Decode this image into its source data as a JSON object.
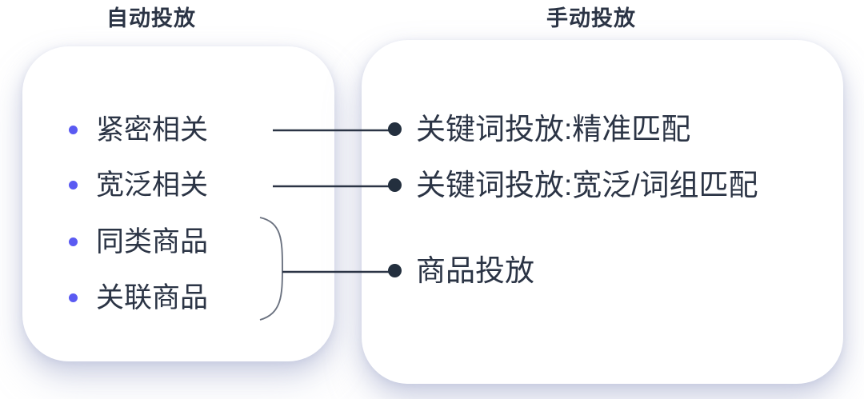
{
  "panels": {
    "auto": {
      "title": "自动投放",
      "bullet_color": "#5a5af2",
      "items": [
        {
          "label": "紧密相关"
        },
        {
          "label": "宽泛相关"
        },
        {
          "label": "同类商品"
        },
        {
          "label": "关联商品"
        }
      ]
    },
    "manual": {
      "title": "手动投放",
      "bullet_color": "#232f3e",
      "items": [
        {
          "label": "关键词投放:精准匹配"
        },
        {
          "label": "关键词投放:宽泛/词组匹配"
        },
        {
          "label": "商品投放"
        }
      ]
    }
  },
  "connectors": [
    {
      "name": "紧密相关 → 关键词投放:精准匹配",
      "from": "auto.items.0",
      "to": "manual.items.0"
    },
    {
      "name": "宽泛相关 → 关键词投放:宽泛/词组匹配",
      "from": "auto.items.1",
      "to": "manual.items.1"
    },
    {
      "name": "同类商品+关联商品 → 商品投放",
      "from": "auto.items.2+auto.items.3",
      "to": "manual.items.2",
      "grouped": true
    }
  ],
  "colors": {
    "text": "#2b3445",
    "line": "#2b3445",
    "brace": "#6b7280",
    "card_background": "#ffffff",
    "page_background": "#ffffff"
  }
}
